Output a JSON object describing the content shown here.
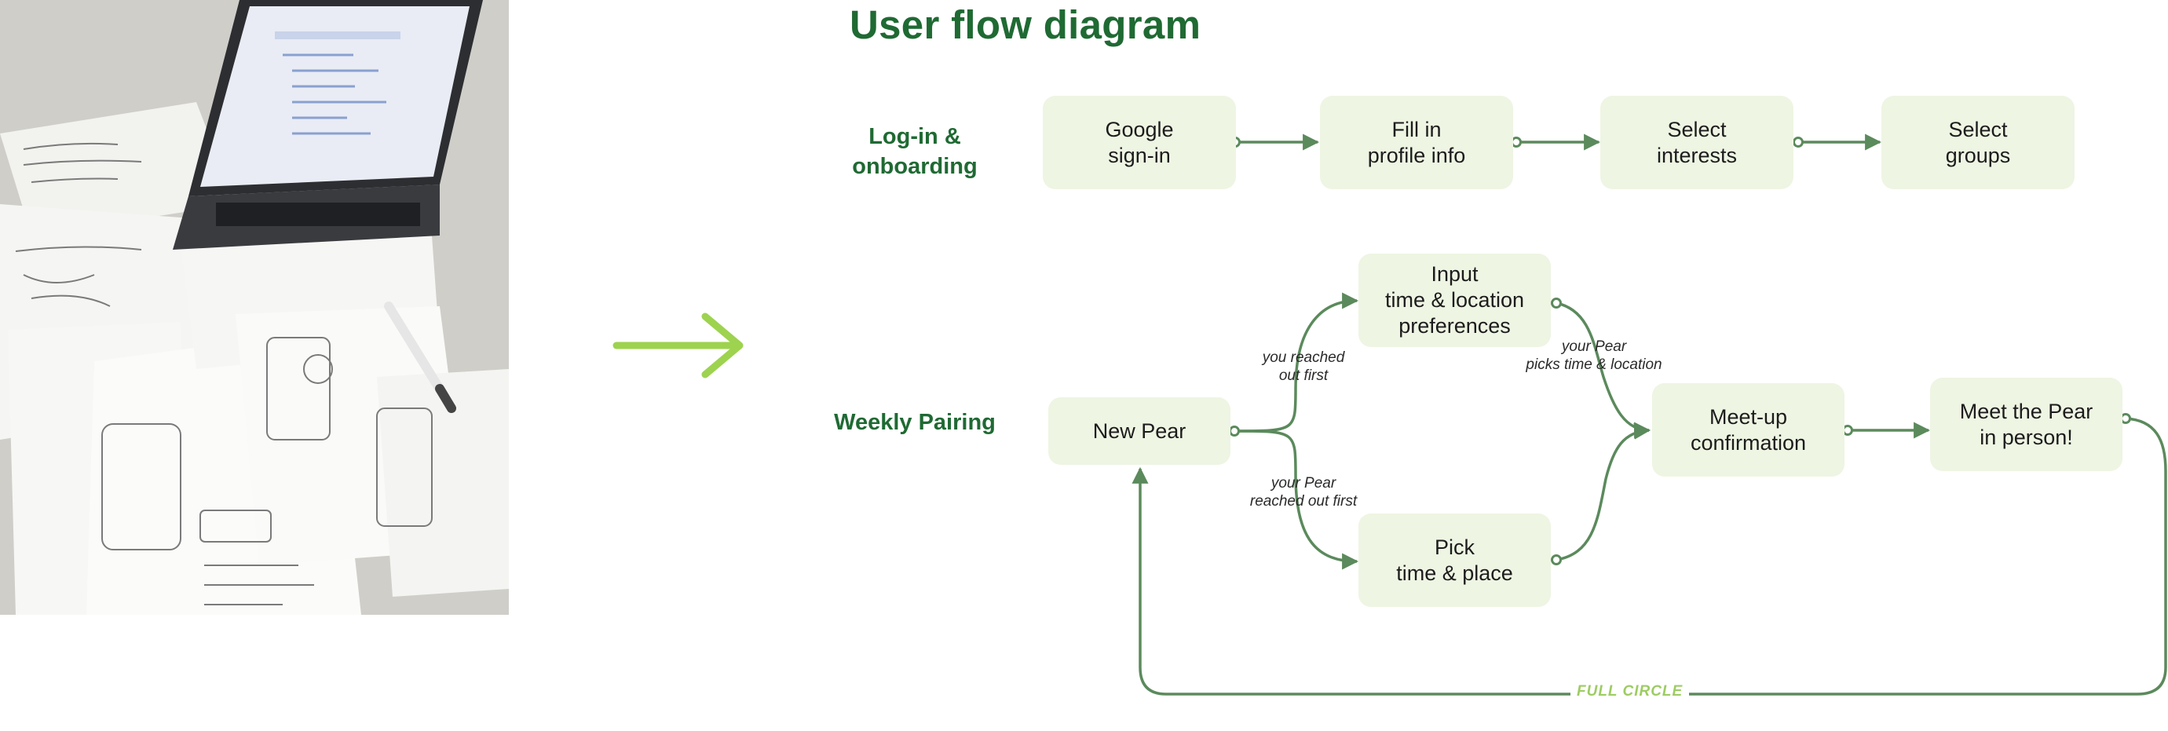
{
  "photo": {
    "alt_icon": "photo-of-sketches-and-laptop"
  },
  "title": "User flow diagram",
  "colors": {
    "title": "#1f6a33",
    "box_fill": "#eef5e3",
    "edge": "#5b8a5c",
    "accent_arrow": "#9dd34f",
    "loop_label": "#9dcc63"
  },
  "sections": {
    "onboarding": "Log-in &\nonboarding",
    "weekly": "Weekly\nPairing"
  },
  "nodes": {
    "google_signin": "Google\nsign-in",
    "profile_info": "Fill in\nprofile info",
    "interests": "Select\ninterests",
    "groups": "Select\ngroups",
    "new_pear": "New Pear",
    "input_prefs": "Input\ntime & location\npreferences",
    "pick_time": "Pick\ntime & place",
    "meetup_confirm": "Meet-up\nconfirmation",
    "meet_in_person": "Meet the Pear\nin person!"
  },
  "edge_labels": {
    "you_reached": "you reached\nout first",
    "pear_reached": "your Pear\nreached out first",
    "pear_picks": "your Pear\npicks time & location",
    "full_circle": "FULL CIRCLE"
  }
}
